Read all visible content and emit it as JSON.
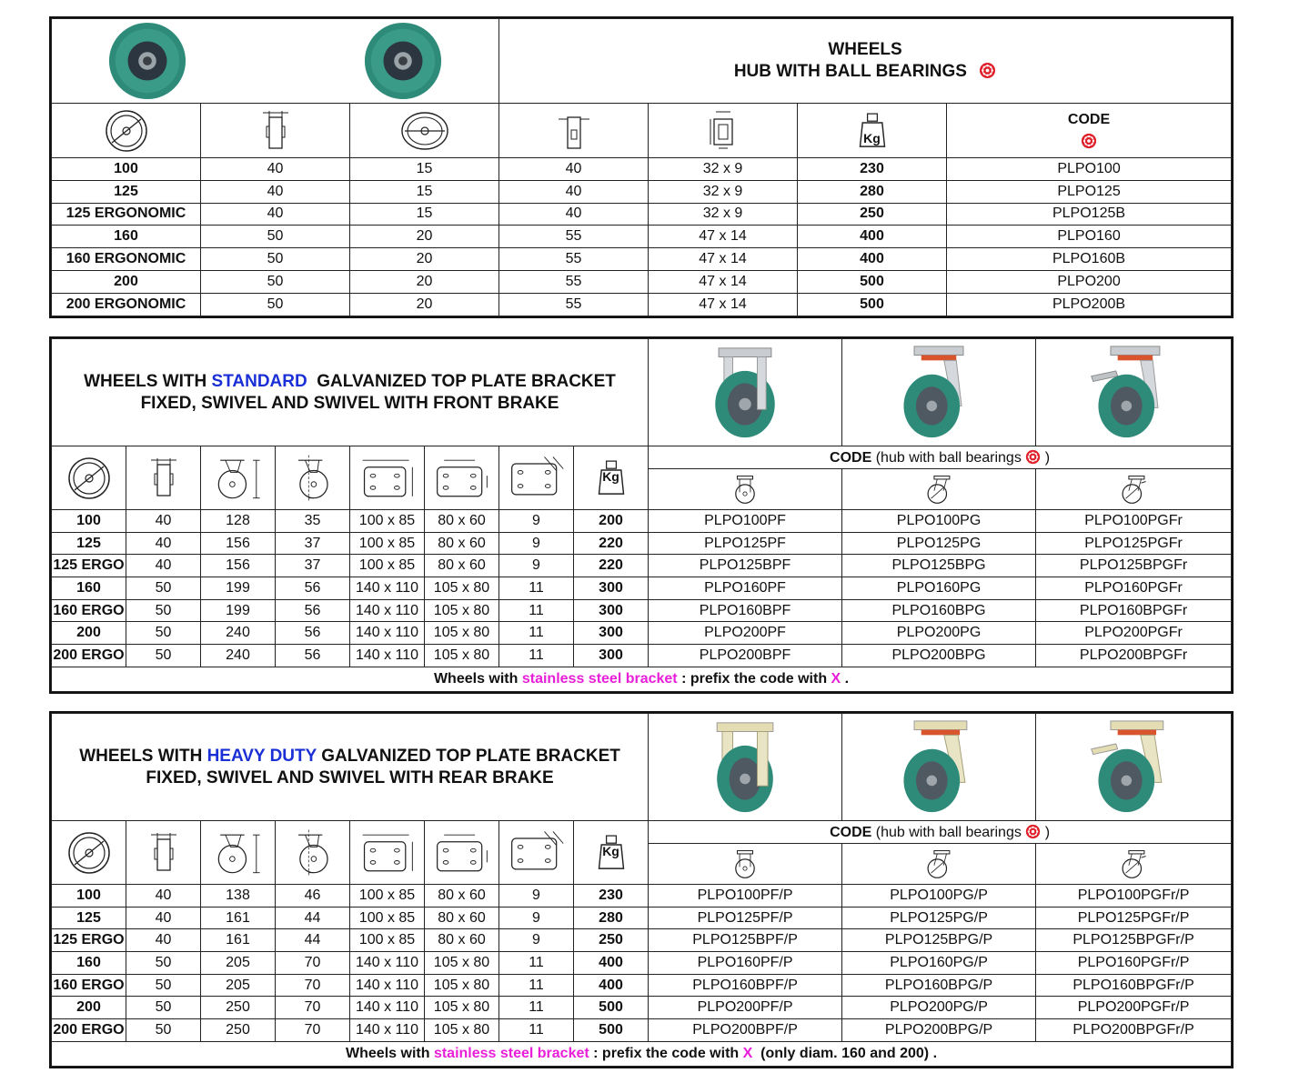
{
  "t1": {
    "title1": "WHEELS",
    "title2": "HUB WITH BALL BEARINGS",
    "code_label": "CODE",
    "rows": [
      [
        "100",
        "40",
        "15",
        "40",
        "32 x 9",
        "230",
        "PLPO100"
      ],
      [
        "125",
        "40",
        "15",
        "40",
        "32 x 9",
        "280",
        "PLPO125"
      ],
      [
        "125 ERGONOMIC",
        "40",
        "15",
        "40",
        "32 x 9",
        "250",
        "PLPO125B"
      ],
      [
        "160",
        "50",
        "20",
        "55",
        "47 x 14",
        "400",
        "PLPO160"
      ],
      [
        "160 ERGONOMIC",
        "50",
        "20",
        "55",
        "47 x 14",
        "400",
        "PLPO160B"
      ],
      [
        "200",
        "50",
        "20",
        "55",
        "47 x 14",
        "500",
        "PLPO200"
      ],
      [
        "200 ERGONOMIC",
        "50",
        "20",
        "55",
        "47 x 14",
        "500",
        "PLPO200B"
      ]
    ]
  },
  "t2": {
    "title_a": "WHEELS WITH ",
    "title_hl": "STANDARD",
    "title_b": "  GALVANIZED TOP PLATE BRACKET",
    "title2": "FIXED, SWIVEL AND SWIVEL WITH FRONT BRAKE",
    "code_label": "CODE",
    "code_sub": " (hub with ball bearings ",
    "code_end": " )",
    "rows": [
      [
        "100",
        "40",
        "128",
        "35",
        "100 x 85",
        "80 x 60",
        "9",
        "200",
        "PLPO100PF",
        "PLPO100PG",
        "PLPO100PGFr"
      ],
      [
        "125",
        "40",
        "156",
        "37",
        "100 x 85",
        "80 x 60",
        "9",
        "220",
        "PLPO125PF",
        "PLPO125PG",
        "PLPO125PGFr"
      ],
      [
        "125 ERGO",
        "40",
        "156",
        "37",
        "100 x 85",
        "80 x 60",
        "9",
        "220",
        "PLPO125BPF",
        "PLPO125BPG",
        "PLPO125BPGFr"
      ],
      [
        "160",
        "50",
        "199",
        "56",
        "140 x 110",
        "105 x 80",
        "11",
        "300",
        "PLPO160PF",
        "PLPO160PG",
        "PLPO160PGFr"
      ],
      [
        "160 ERGO",
        "50",
        "199",
        "56",
        "140 x 110",
        "105 x 80",
        "11",
        "300",
        "PLPO160BPF",
        "PLPO160BPG",
        "PLPO160BPGFr"
      ],
      [
        "200",
        "50",
        "240",
        "56",
        "140 x 110",
        "105 x 80",
        "11",
        "300",
        "PLPO200PF",
        "PLPO200PG",
        "PLPO200PGFr"
      ],
      [
        "200 ERGO",
        "50",
        "240",
        "56",
        "140 x 110",
        "105 x 80",
        "11",
        "300",
        "PLPO200BPF",
        "PLPO200BPG",
        "PLPO200BPGFr"
      ]
    ],
    "note_a": "Wheels with ",
    "note_hl": "stainless steel bracket",
    "note_b": " : prefix the code with ",
    "note_x": "X",
    "note_c": " ."
  },
  "t3": {
    "title_a": "WHEELS WITH ",
    "title_hl": "HEAVY DUTY",
    "title_b": " GALVANIZED TOP PLATE BRACKET",
    "title2": "FIXED, SWIVEL AND SWIVEL WITH REAR BRAKE",
    "code_label": "CODE",
    "code_sub": " (hub with ball bearings ",
    "code_end": " )",
    "rows": [
      [
        "100",
        "40",
        "138",
        "46",
        "100 x 85",
        "80 x 60",
        "9",
        "230",
        "PLPO100PF/P",
        "PLPO100PG/P",
        "PLPO100PGFr/P"
      ],
      [
        "125",
        "40",
        "161",
        "44",
        "100 x 85",
        "80 x 60",
        "9",
        "280",
        "PLPO125PF/P",
        "PLPO125PG/P",
        "PLPO125PGFr/P"
      ],
      [
        "125 ERGO",
        "40",
        "161",
        "44",
        "100 x 85",
        "80 x 60",
        "9",
        "250",
        "PLPO125BPF/P",
        "PLPO125BPG/P",
        "PLPO125BPGFr/P"
      ],
      [
        "160",
        "50",
        "205",
        "70",
        "140 x 110",
        "105 x 80",
        "11",
        "400",
        "PLPO160PF/P",
        "PLPO160PG/P",
        "PLPO160PGFr/P"
      ],
      [
        "160 ERGO",
        "50",
        "205",
        "70",
        "140 x 110",
        "105 x 80",
        "11",
        "400",
        "PLPO160BPF/P",
        "PLPO160BPG/P",
        "PLPO160BPGFr/P"
      ],
      [
        "200",
        "50",
        "250",
        "70",
        "140 x 110",
        "105 x 80",
        "11",
        "500",
        "PLPO200PF/P",
        "PLPO200PG/P",
        "PLPO200PGFr/P"
      ],
      [
        "200 ERGO",
        "50",
        "250",
        "70",
        "140 x 110",
        "105 x 80",
        "11",
        "500",
        "PLPO200BPF/P",
        "PLPO200BPG/P",
        "PLPO200BPGFr/P"
      ]
    ],
    "note_a": "Wheels with ",
    "note_hl": "stainless steel bracket",
    "note_b": " : prefix the code with ",
    "note_x": "X",
    "note_c": "  (only diam. 160 and 200) ."
  },
  "icons": {
    "kg": "Kg",
    "bearing": "ball-bearing-icon",
    "wheel_diameter": "wheel-diameter-icon",
    "wheel_width": "wheel-width-icon",
    "hub_bore": "hub-bore-icon",
    "hub_length": "hub-length-icon",
    "bearing_size": "bearing-size-icon",
    "load": "load-weight-icon",
    "caster_fixed": "fixed-caster-icon",
    "caster_swivel": "swivel-caster-icon",
    "caster_brake": "swivel-brake-caster-icon",
    "overall_height": "overall-height-icon",
    "offset": "offset-icon",
    "plate_size": "plate-size-icon",
    "hole_spacing": "hole-spacing-icon",
    "bolt_hole": "bolt-hole-icon"
  },
  "colors": {
    "wheel_green": "#2e8b7a",
    "bearing_red": "#e0202a",
    "accent_blue": "#1a2fd6",
    "accent_magenta": "#e81ed8"
  }
}
